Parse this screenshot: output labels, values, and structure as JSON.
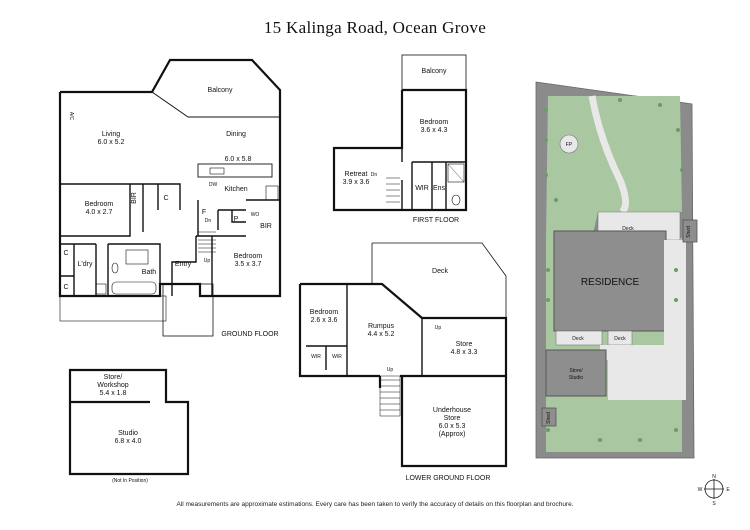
{
  "title": "15 Kalinga Road, Ocean Grove",
  "floors": {
    "ground": {
      "name": "GROUND FLOOR",
      "rooms": {
        "balcony": "Balcony",
        "living": {
          "name": "Living",
          "size": "6.0 x 5.2"
        },
        "dining": "Dining",
        "kitchen": {
          "name": "Kitchen",
          "size": "6.0 x 5.8"
        },
        "bedroom1": {
          "name": "Bedroom",
          "size": "4.0 x 2.7"
        },
        "bedroom2": {
          "name": "Bedroom",
          "size": "3.5 x 3.7"
        },
        "bir1": "BIR",
        "bir2": "BIR",
        "cupboard": "C",
        "cupboard_a": "C",
        "cupboard_b": "C",
        "pantry": "P",
        "wo": "WO",
        "fridge": "F",
        "laundry": "L'dry",
        "bath": "Bath",
        "entry": "Entry",
        "ac": "A/C",
        "dw": "DW",
        "dn": "Dn",
        "up": "Up"
      }
    },
    "first": {
      "name": "FIRST FLOOR",
      "rooms": {
        "balcony": "Balcony",
        "bedroom": {
          "name": "Bedroom",
          "size": "3.6 x 4.3"
        },
        "retreat": {
          "name": "Retreat",
          "size": "3.9 x 3.6"
        },
        "wir": "WIR",
        "ens": "Ens",
        "dn": "Dn"
      }
    },
    "lower": {
      "name": "LOWER GROUND FLOOR",
      "rooms": {
        "deck": "Deck",
        "bedroom": {
          "name": "Bedroom",
          "size": "2.6 x 3.6"
        },
        "rumpus": {
          "name": "Rumpus",
          "size": "4.4 x 5.2"
        },
        "store": {
          "name": "Store",
          "size": "4.8 x 3.3"
        },
        "wir1": "WIR",
        "wir2": "WIR",
        "underhouse": {
          "name": "Underhouse",
          "name2": "Store",
          "size": "6.0 x 5.3",
          "note": "(Approx)"
        },
        "up1": "Up",
        "up2": "Up"
      }
    },
    "studio": {
      "rooms": {
        "store_workshop": {
          "name": "Store/",
          "name2": "Workshop",
          "size": "5.4 x 1.8"
        },
        "studio": {
          "name": "Studio",
          "size": "6.8 x 4.0"
        }
      },
      "note": "(Not In Position)"
    }
  },
  "site": {
    "fp": "FP",
    "deck_top": "Deck",
    "shed_top": "Shed",
    "residence": "RESIDENCE",
    "deck_left": "Deck",
    "deck_mid": "Deck",
    "store_studio": "Store/\nStudio",
    "store_studio_1": "Store/",
    "store_studio_2": "Studio",
    "shed_bottom": "Shed",
    "colors": {
      "lawn": "#a9c8a2",
      "garden_bed": "#8b8b8b",
      "building": "#8e8e8e",
      "path": "#e8e8e8"
    }
  },
  "compass": {
    "n": "N",
    "e": "E",
    "s": "S",
    "w": "W"
  },
  "disclaimer": "All measurements are approximate estimations. Every care has been taken to verify the accuracy of details on this floorplan and brochure."
}
